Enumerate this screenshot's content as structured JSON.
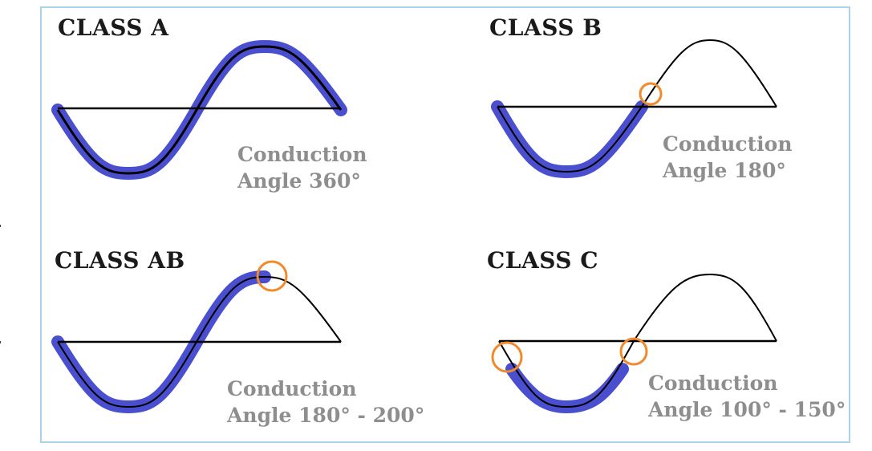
{
  "panels": [
    {
      "title": "CLASS A",
      "caption_line1": "Conduction",
      "caption_line2": "Angle 360°"
    },
    {
      "title": "CLASS B",
      "caption_line1": "Conduction",
      "caption_line2": "Angle 180°"
    },
    {
      "title": "CLASS AB",
      "caption_line1": "Conduction",
      "caption_line2": "Angle 180° - 200°"
    },
    {
      "title": "CLASS C",
      "caption_line1": "Conduction",
      "caption_line2": "Angle 100° - 150°"
    }
  ],
  "colors": {
    "conduction_highlight": "#4a4fd0",
    "marker_circle": "#f08a2c",
    "waveform": "#000000",
    "caption_text": "#8e8e8e",
    "frame_border": "#a9d3e8"
  }
}
